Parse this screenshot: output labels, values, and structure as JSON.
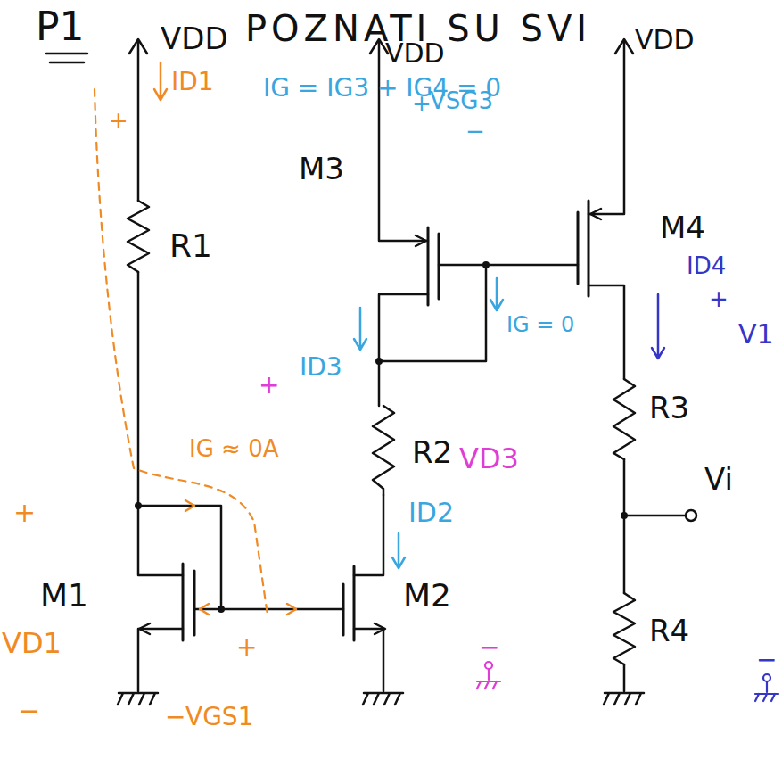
{
  "diagram": {
    "title": "POZNATI SU SVI",
    "labels": [
      "P1",
      "VDD",
      "IG = IG3 + IG4 = 0",
      "VDD",
      "VDD",
      "+",
      "VSG3",
      "−",
      "M3",
      "M4",
      "+",
      "ID1",
      "R1",
      "ID4",
      "+",
      "V1",
      "ID3",
      "IG = 0",
      "+",
      "R3",
      "IG ≈ 0A",
      "R2",
      "VD3",
      "Vi",
      "ID2",
      "+",
      "M1",
      "M2",
      "VD1",
      "R4",
      "+",
      "−",
      "−",
      "−",
      "−",
      "VGS1"
    ]
  }
}
